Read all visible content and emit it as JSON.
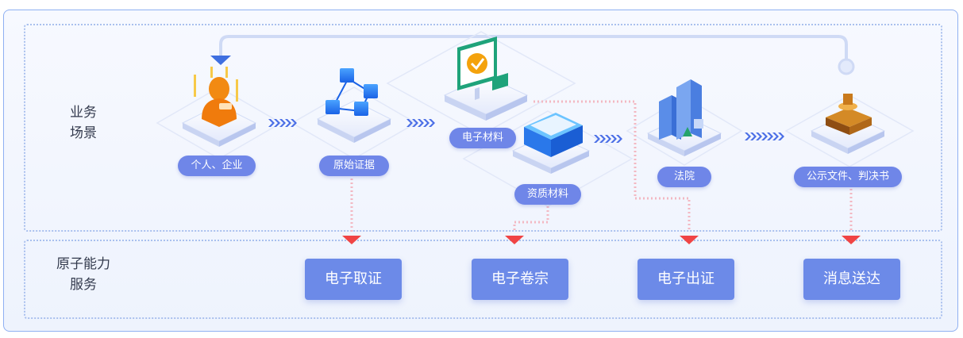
{
  "sections": {
    "business_label": [
      "业务",
      "场景"
    ],
    "capability_label": [
      "原子能力",
      "服务"
    ]
  },
  "nodes": {
    "individual": "个人、企业",
    "original_evidence": "原始证据",
    "electronic_material": "电子材料",
    "qualification_material": "资质材料",
    "court": "法院",
    "public_documents": "公示文件、判决书"
  },
  "capabilities": {
    "e_evidence": "电子取证",
    "e_file": "电子卷宗",
    "e_certificate": "电子出证",
    "message_delivery": "消息送达"
  },
  "colors": {
    "accent": "#6f86e8",
    "arrow_red": "#f04444",
    "arrow_blue": "#3f6fe0",
    "border": "#8fb0f2"
  }
}
